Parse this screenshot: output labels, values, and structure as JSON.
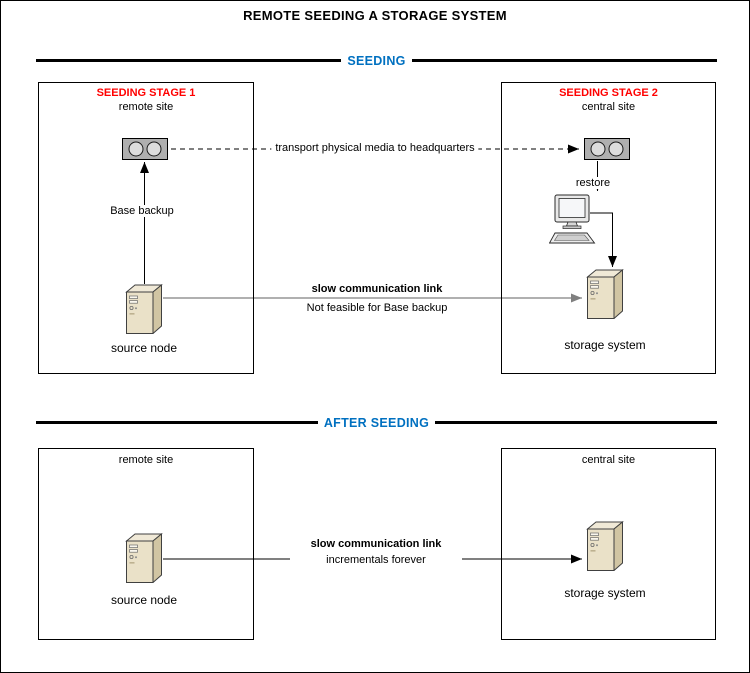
{
  "title": "REMOTE SEEDING A STORAGE SYSTEM",
  "seeding": {
    "header": "SEEDING",
    "stage1": {
      "title": "SEEDING STAGE 1",
      "site": "remote site",
      "backup_arrow_label": "Base backup",
      "node_label": "source node"
    },
    "stage2": {
      "title": "SEEDING STAGE 2",
      "site": "central site",
      "restore_arrow_label": "restore",
      "node_label": "storage system"
    },
    "transport_label": "transport physical media to headquarters",
    "slow_link": {
      "title": "slow communication link",
      "note": "Not feasible for Base backup"
    }
  },
  "after_seeding": {
    "header": "AFTER SEEDING",
    "remote": {
      "site": "remote site",
      "node_label": "source node"
    },
    "central": {
      "site": "central site",
      "node_label": "storage system"
    },
    "slow_link": {
      "title": "slow communication link",
      "note": "incrementals forever"
    }
  },
  "icons": {
    "media": "tape-cartridge-icon",
    "server": "server-tower-icon",
    "workstation": "workstation-icon"
  },
  "colors": {
    "section_header_blue": "#0070C0",
    "stage_title_red": "#FF0000",
    "seeding_link_gray": "#808080",
    "after_link_black": "#000000"
  }
}
